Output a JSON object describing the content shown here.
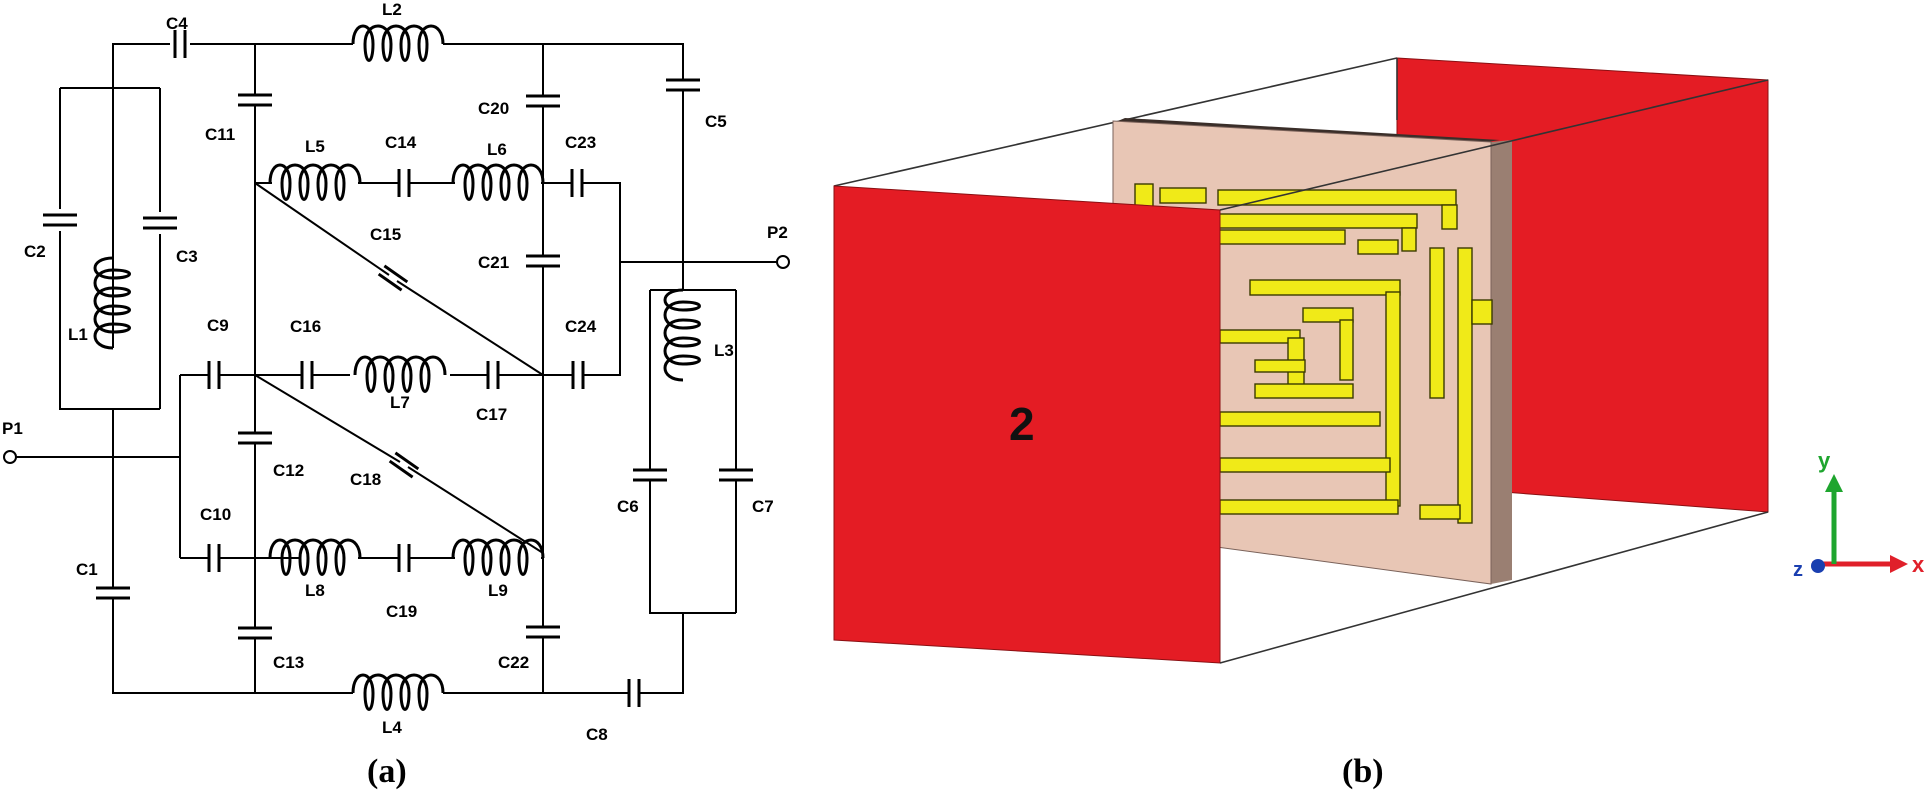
{
  "panel_a": {
    "caption": "(a)",
    "ports": {
      "p1": "P1",
      "p2": "P2"
    },
    "inductors": [
      "L1",
      "L2",
      "L3",
      "L4",
      "L5",
      "L6",
      "L7",
      "L8",
      "L9"
    ],
    "capacitors": [
      "C1",
      "C2",
      "C3",
      "C4",
      "C5",
      "C6",
      "C7",
      "C8",
      "C9",
      "C10",
      "C11",
      "C12",
      "C13",
      "C14",
      "C15",
      "C16",
      "C17",
      "C18",
      "C19",
      "C20",
      "C21",
      "C22",
      "C23",
      "C24"
    ]
  },
  "panel_b": {
    "caption": "(b)",
    "port_label": "2",
    "axes": {
      "x": "x",
      "y": "y",
      "z": "z"
    },
    "colors": {
      "port_plane": "#e41c24",
      "substrate": "#e8c6b5",
      "substrate_edge": "#9a7f72",
      "metal": "#f0ea18",
      "x_axis": "#e0202a",
      "y_axis": "#1ea52e",
      "z_axis": "#1a3fb0"
    }
  }
}
